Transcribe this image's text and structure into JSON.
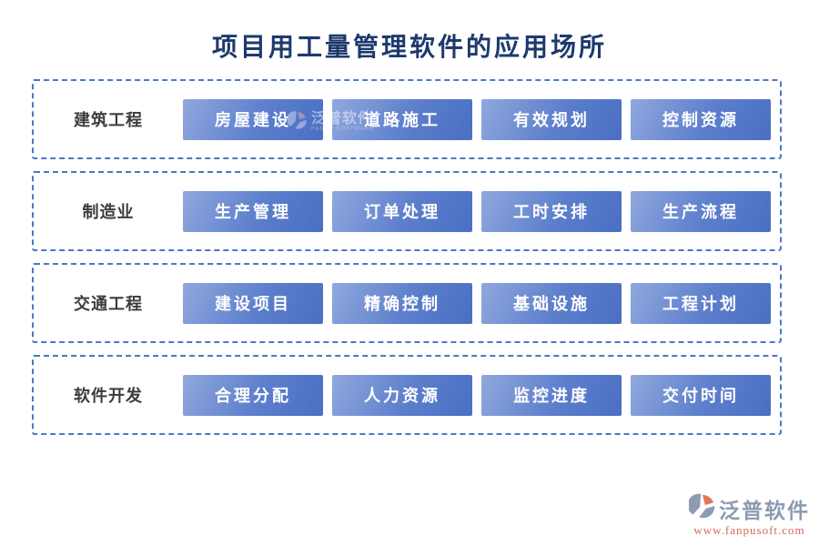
{
  "title": "项目用工量管理软件的应用场所",
  "rows": [
    {
      "category": "建筑工程",
      "items": [
        "房屋建设",
        "道路施工",
        "有效规划",
        "控制资源"
      ]
    },
    {
      "category": "制造业",
      "items": [
        "生产管理",
        "订单处理",
        "工时安排",
        "生产流程"
      ]
    },
    {
      "category": "交通工程",
      "items": [
        "建设项目",
        "精确控制",
        "基础设施",
        "工程计划"
      ]
    },
    {
      "category": "软件开发",
      "items": [
        "合理分配",
        "人力资源",
        "监控进度",
        "交付时间"
      ]
    }
  ],
  "watermark": {
    "text": "泛普软件",
    "subtext": "FANPU SOFTWARE"
  },
  "footer": {
    "brand": "泛普软件",
    "url": "www.fanpusoft.com"
  },
  "colors": {
    "title_text": "#1d3a6d",
    "dashed_border": "#4a78c6",
    "pill_gradient_start": "#90a8dd",
    "pill_gradient_end": "#4a6fc3",
    "pill_text": "#ffffff",
    "category_text": "#3c3c3c",
    "brand_gray": "#8b9bb0",
    "brand_orange": "#e0795b",
    "url_text": "#cf6e55"
  }
}
